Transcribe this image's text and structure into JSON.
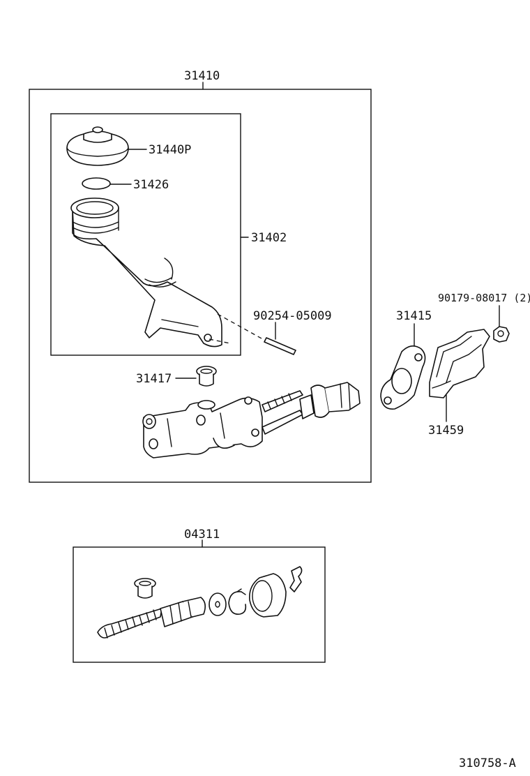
{
  "labels": {
    "assembly_master": "31410",
    "reservoir_cap": "31440P",
    "reservoir_seal": "31426",
    "reservoir": "31402",
    "pin": "90254-05009",
    "plug": "31417",
    "gasket": "31415",
    "bracket": "31459",
    "nut": "90179-08017 (2)",
    "repair_kit": "04311",
    "diagram_code": "310758-A"
  },
  "colors": {
    "ink": "#111111",
    "paper": "#ffffff"
  }
}
